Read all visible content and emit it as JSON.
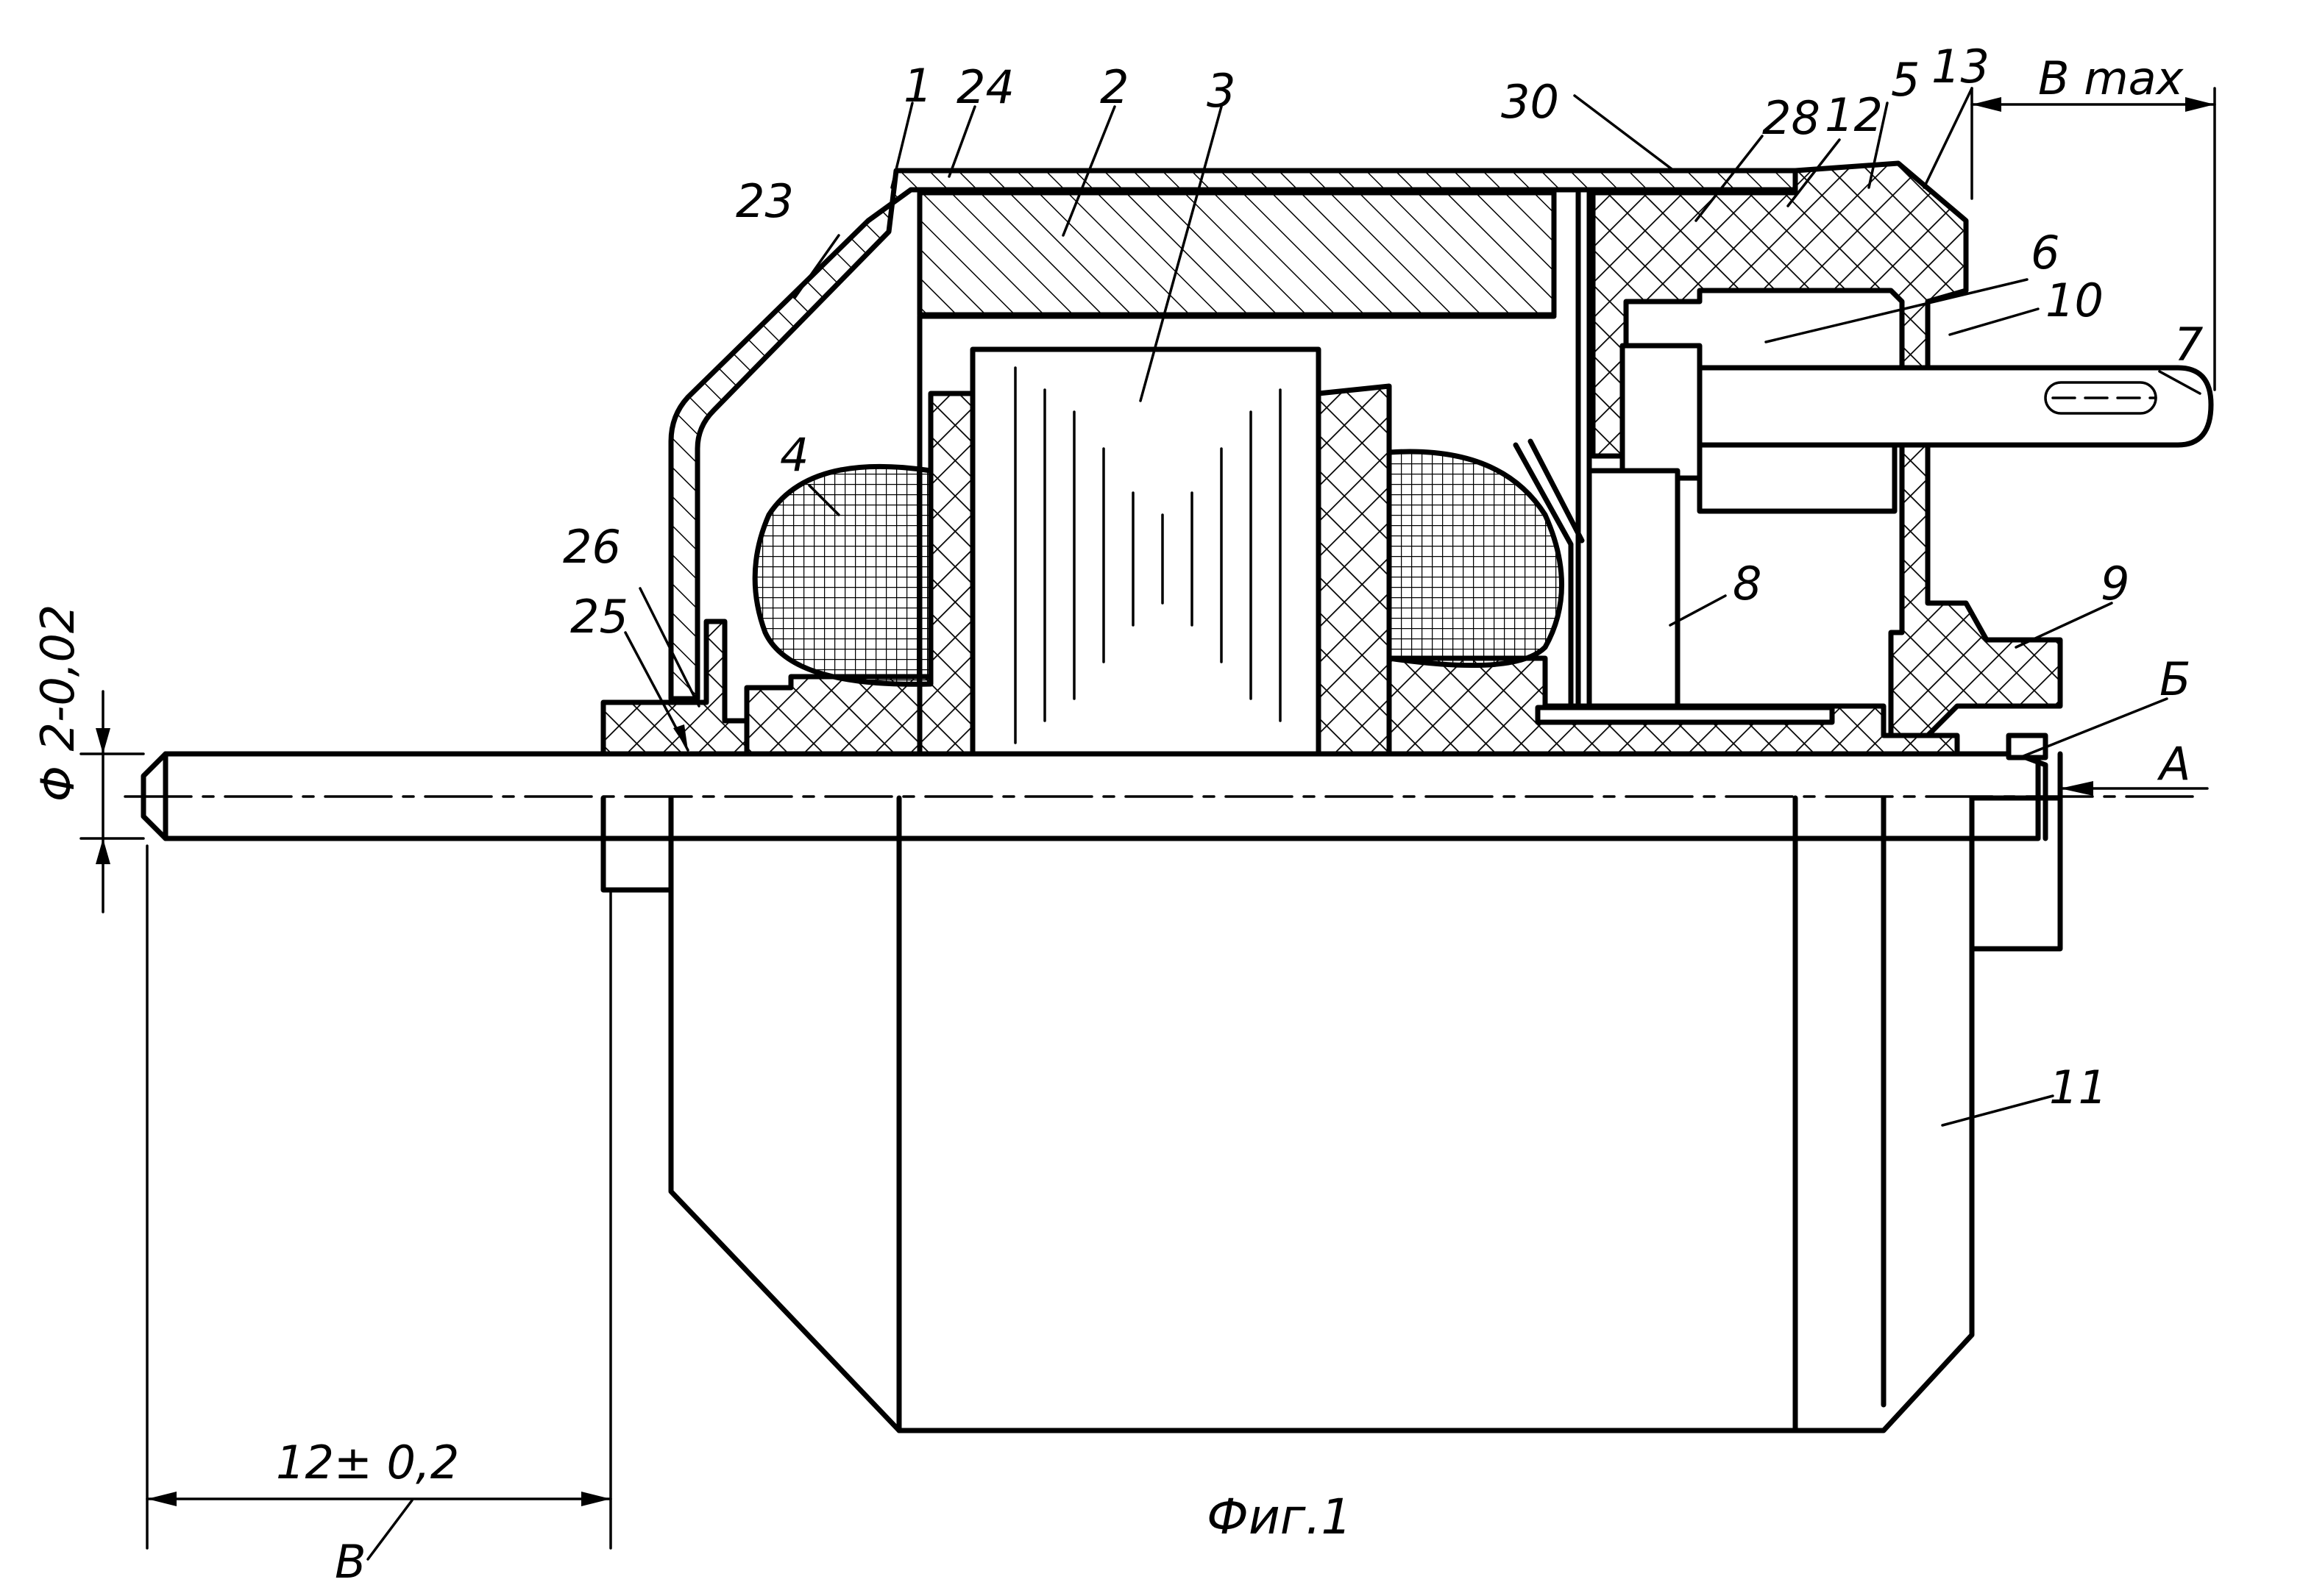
{
  "labels": {
    "l1": "1",
    "l24": "24",
    "l2": "2",
    "l3": "3",
    "l30": "30",
    "l28": "28",
    "l12": "12",
    "l5": "5",
    "l13": "13",
    "l23": "23",
    "l6": "6",
    "l10": "10",
    "l7": "7",
    "l4": "4",
    "l8": "8",
    "l9": "9",
    "l26": "26",
    "l25": "25",
    "lB_cyr": "Б",
    "lA": "А",
    "l11": "11"
  },
  "dimensions": {
    "diameter": "Φ 2-0,02",
    "length": "12± 0,2",
    "length_ref": "В",
    "bmax": "В max"
  },
  "caption": "Фиг.1"
}
